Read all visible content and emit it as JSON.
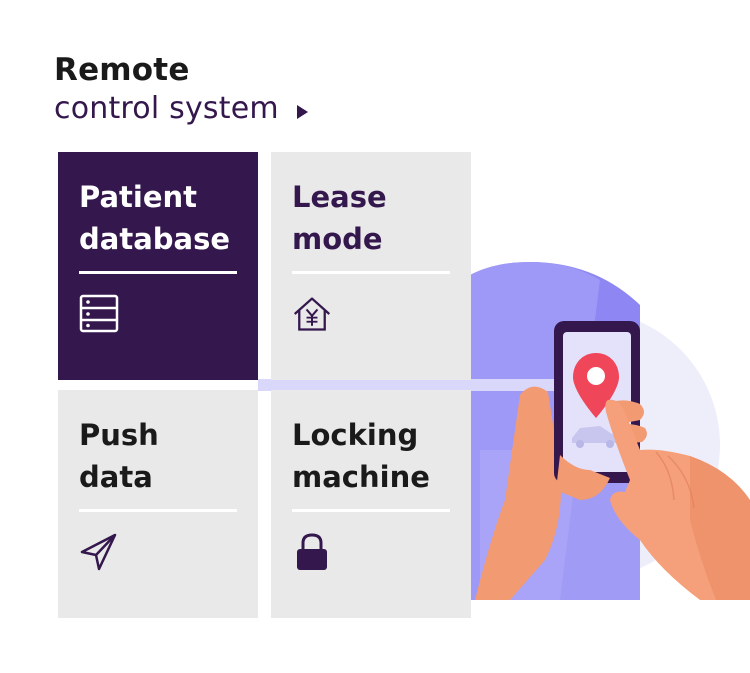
{
  "header": {
    "title": "Remote",
    "subtitle": "control system"
  },
  "cards": [
    {
      "label_line1": "Patient",
      "label_line2": "database",
      "icon": "database-icon"
    },
    {
      "label_line1": "Lease",
      "label_line2": "mode",
      "icon": "house-yen-icon"
    },
    {
      "label_line1": "Push",
      "label_line2": "data",
      "icon": "send-icon"
    },
    {
      "label_line1": "Locking",
      "label_line2": "machine",
      "icon": "lock-icon"
    }
  ],
  "colors": {
    "accent": "#33174d",
    "card_bg": "#e9e9e9",
    "pin": "#f0465a",
    "phone_glow": "#9a94f7"
  }
}
